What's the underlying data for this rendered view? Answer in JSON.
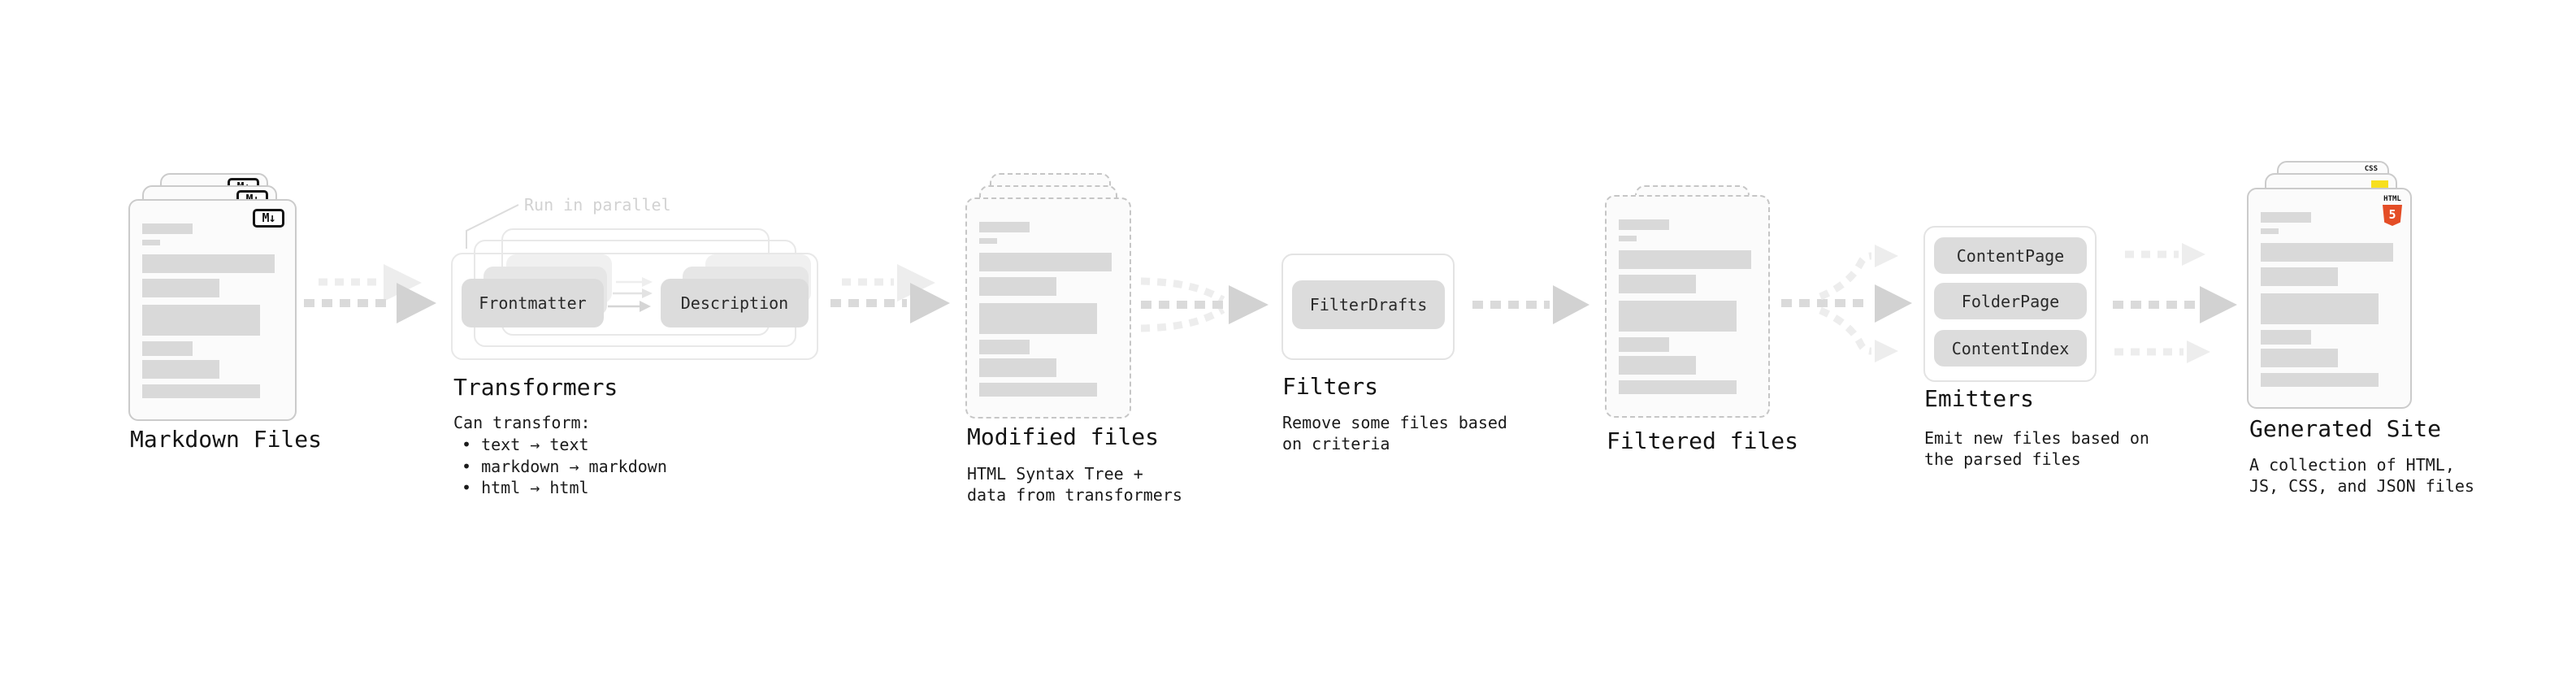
{
  "markdown_files": {
    "title": "Markdown Files",
    "file_icon": "M↓"
  },
  "transformers": {
    "title": "Transformers",
    "annotation": "Run in parallel",
    "pill_left": "Frontmatter",
    "pill_right": "Description",
    "body_heading": "Can transform:",
    "bullets": [
      "• text → text",
      "• markdown → markdown",
      "• html → html"
    ]
  },
  "modified_files": {
    "title": "Modified files",
    "subtitle": "HTML Syntax Tree +\ndata from transformers"
  },
  "filters": {
    "title": "Filters",
    "pill": "FilterDrafts",
    "subtitle": "Remove some files based\non criteria"
  },
  "filtered_files": {
    "title": "Filtered files"
  },
  "emitters": {
    "title": "Emitters",
    "pills": [
      "ContentPage",
      "FolderPage",
      "ContentIndex"
    ],
    "subtitle": "Emit new files based on\nthe parsed files"
  },
  "generated_site": {
    "title": "Generated Site",
    "subtitle": "A collection of HTML,\nJS, CSS, and JSON files",
    "badges": {
      "html_label": "HTML",
      "html_number": "5",
      "css_label": "CSS"
    }
  },
  "colors": {
    "html5_orange": "#e44d26",
    "js_yellow": "#f7df1e",
    "css_blue": "#2b66f6",
    "placeholder_gray": "#d9d9d9",
    "arrow_gray": "#d2d2d2"
  }
}
